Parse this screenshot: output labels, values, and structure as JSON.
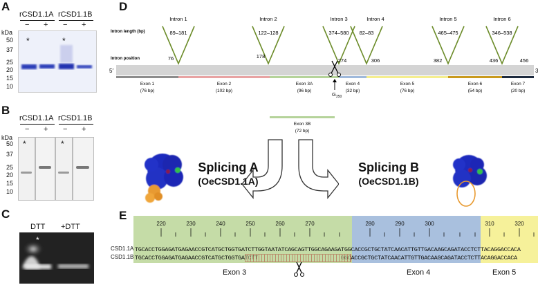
{
  "panelA": {
    "letter": "A",
    "samples": [
      "rCSD1.1A",
      "rCSD1.1B"
    ],
    "conditions": [
      "−",
      "+",
      "−",
      "+"
    ],
    "kda_label": "kDa",
    "markers": [
      "50",
      "37",
      "25",
      "20",
      "15",
      "10"
    ],
    "asterisk": "*"
  },
  "panelB": {
    "letter": "B",
    "samples": [
      "rCSD1.1A",
      "rCSD1.1B"
    ],
    "conditions": [
      "−",
      "+",
      "−",
      "+"
    ],
    "kda_label": "kDa",
    "markers": [
      "50",
      "37",
      "25",
      "20",
      "15",
      "10"
    ],
    "asterisk": "*"
  },
  "panelC": {
    "letter": "C",
    "labels": [
      "DTT",
      "+DTT"
    ],
    "asterisk": "*"
  },
  "panelD": {
    "letter": "D",
    "row_labels": {
      "length": "Intron length (bp)",
      "position": "Intron position"
    },
    "introns": [
      {
        "name": "Intron 1",
        "length": "89–181",
        "position": "76"
      },
      {
        "name": "Intron 2",
        "length": "122–128",
        "position": "178"
      },
      {
        "name": "Intron 3",
        "length": "374–580",
        "position": "274"
      },
      {
        "name": "Intron 4",
        "length": "82–83",
        "position": "306"
      },
      {
        "name": "Intron 5",
        "length": "465–475",
        "position": "382"
      },
      {
        "name": "Intron 6",
        "length": "346–538",
        "position": "436"
      }
    ],
    "end_position": "456",
    "five_prime": "5′",
    "three_prime": "3′",
    "g_label": "G",
    "g_sub": "250",
    "exons": [
      {
        "name": "Exon 1",
        "size": "(76 bp)",
        "color": "#8c8c8c"
      },
      {
        "name": "Exon 2",
        "size": "(102 bp)",
        "color": "#e8a3a3"
      },
      {
        "name": "Exon 3A",
        "size": "(96 bp)",
        "color": "#b5d39a"
      },
      {
        "name": "Exon 4",
        "size": "(32 bp)",
        "color": "#9fb9db"
      },
      {
        "name": "Exon 5",
        "size": "(76 bp)",
        "color": "#f5ee8e"
      },
      {
        "name": "Exon 6",
        "size": "(54 bp)",
        "color": "#c99a1e"
      },
      {
        "name": "Exon 7",
        "size": "(20 bp)",
        "color": "#1d2a3e"
      }
    ],
    "exon3b": {
      "name": "Exon 3B",
      "size": "(72 bp)",
      "color": "#b5d39a"
    },
    "splicing_a": {
      "title": "Splicing A",
      "sub": "(OeCSD1.1A)"
    },
    "splicing_b": {
      "title": "Splicing B",
      "sub": "(OeCSD1.1B)"
    }
  },
  "panelE": {
    "letter": "E",
    "ticks": [
      "220",
      "230",
      "240",
      "250",
      "260",
      "270",
      "280",
      "290",
      "300",
      "310",
      "320"
    ],
    "rows": [
      {
        "name": "CSD1.1A",
        "seq": "TGCACCTGGAGATGAGAACCGTCATGCTGGTGATCTTGGTAATATCAGCAGTTGGCAGAAGATGGCACCGCTGCTATCAACATTGTTGACAAGCAGATACCTCTTACAGGACCACA"
      },
      {
        "name": "CSD1.1B",
        "seq": "TGCACCTGGAGATGAGAACCGTCATGCTGGTGATCTT                         GGCACCGCTGCTATCAACATTGTTGACAAGCAGATACCTCTTACAGGACCACA"
      }
    ],
    "exon_labels": [
      "Exon 3",
      "Exon 4",
      "Exon 5"
    ],
    "colors": {
      "exon3": "#c5dca7",
      "exon4": "#a9c0de",
      "exon5": "#f6f19a",
      "gap": "#b24a3a"
    }
  }
}
